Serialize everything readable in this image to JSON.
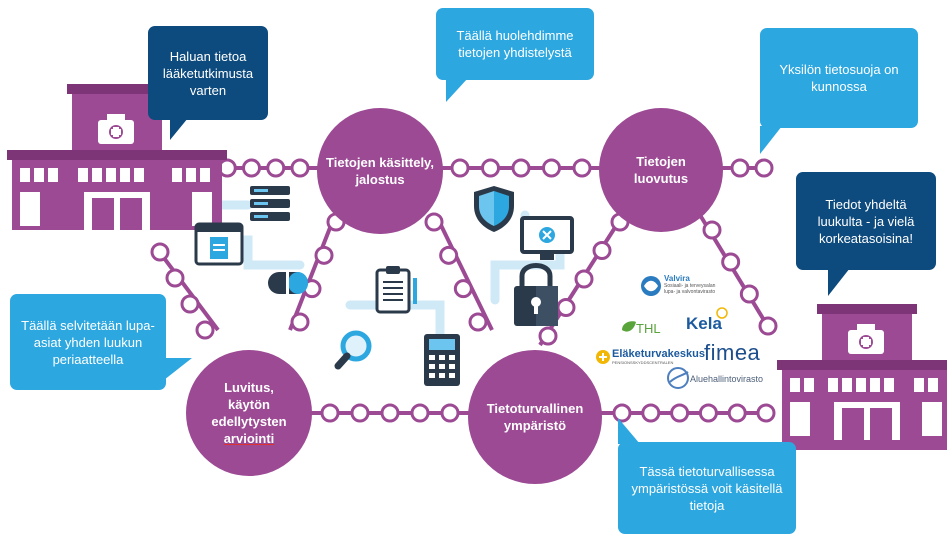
{
  "bubbles": {
    "tutkimus": "Haluan tietoa lääketutkimusta varten",
    "yhdistely": "Täällä  huolehdimme tietojen yhdistelystä",
    "tietosuoja": "Yksilön tietosuoja on kunnossa",
    "luukku": "Tiedot yhdeltä luukulta - ja vielä korkeatasoisina!",
    "lupa": "Täällä selvitetään lupa-asiat yhden luukun periaatteella",
    "ymparisto": "Tässä tietoturvallisessa ympäristössä voit käsitellä tietoja"
  },
  "nodes": {
    "kasittely": "Tietojen käsittely, jalostus",
    "luovutus": "Tietojen luovutus",
    "luvitus_1": "Luvitus,",
    "luvitus_2": "käytön edellytysten",
    "luvitus_3": "arviointi",
    "turvallinen": "Tietoturvallinen ympäristö"
  },
  "logos": {
    "valvira": "Valvira",
    "valvira_sub": "Sosiaali- ja terveysalan lupa- ja valvontavirasto",
    "thl": "THL",
    "kela": "Kela",
    "elake": "Eläketurvakeskus",
    "elake_sub": "PENSIONSSKYDDSCENTRALEN",
    "fimea": "fimea",
    "avi": "Aluehallintovirasto"
  },
  "colors": {
    "purple": "#9c4a94",
    "dark_blue": "#0d4a7d",
    "light_blue": "#2da7e0",
    "track": "#c8e6f5"
  }
}
